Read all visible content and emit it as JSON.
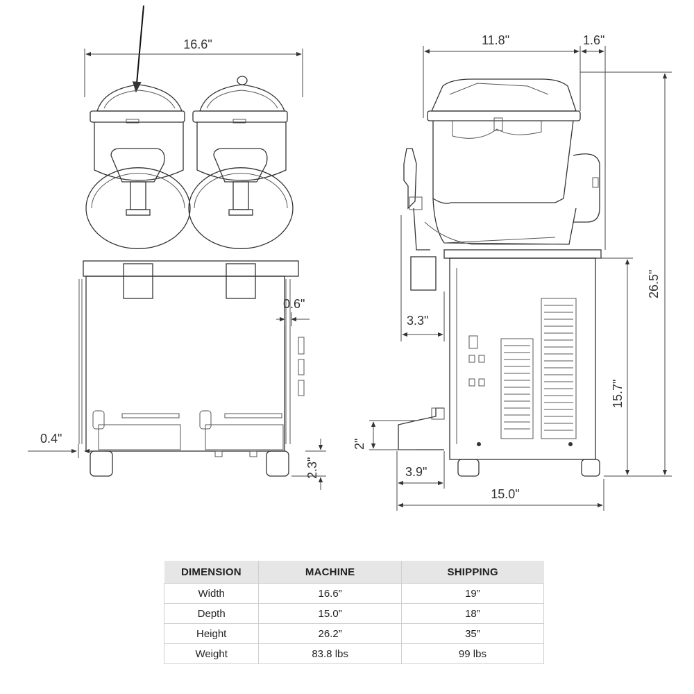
{
  "front_view": {
    "width": "16.6\"",
    "side_offset": "0.6\"",
    "left_offset": "0.4\"",
    "foot_height": "2.3\""
  },
  "side_view": {
    "depth_top": "11.8\"",
    "back_offset": "1.6\"",
    "total_height": "26.5\"",
    "cabinet_height": "15.7\"",
    "front_overhang": "3.3\"",
    "drip_height": "2\"",
    "tray_depth": "3.9\"",
    "total_depth": "15.0\""
  },
  "dimension_table": {
    "headers": [
      "DIMENSION",
      "MACHINE",
      "SHIPPING"
    ],
    "rows": [
      [
        "Width",
        "16.6”",
        "19”"
      ],
      [
        "Depth",
        "15.0”",
        "18”"
      ],
      [
        "Height",
        "26.2”",
        "35”"
      ],
      [
        "Weight",
        "83.8 lbs",
        "99 lbs"
      ]
    ]
  }
}
